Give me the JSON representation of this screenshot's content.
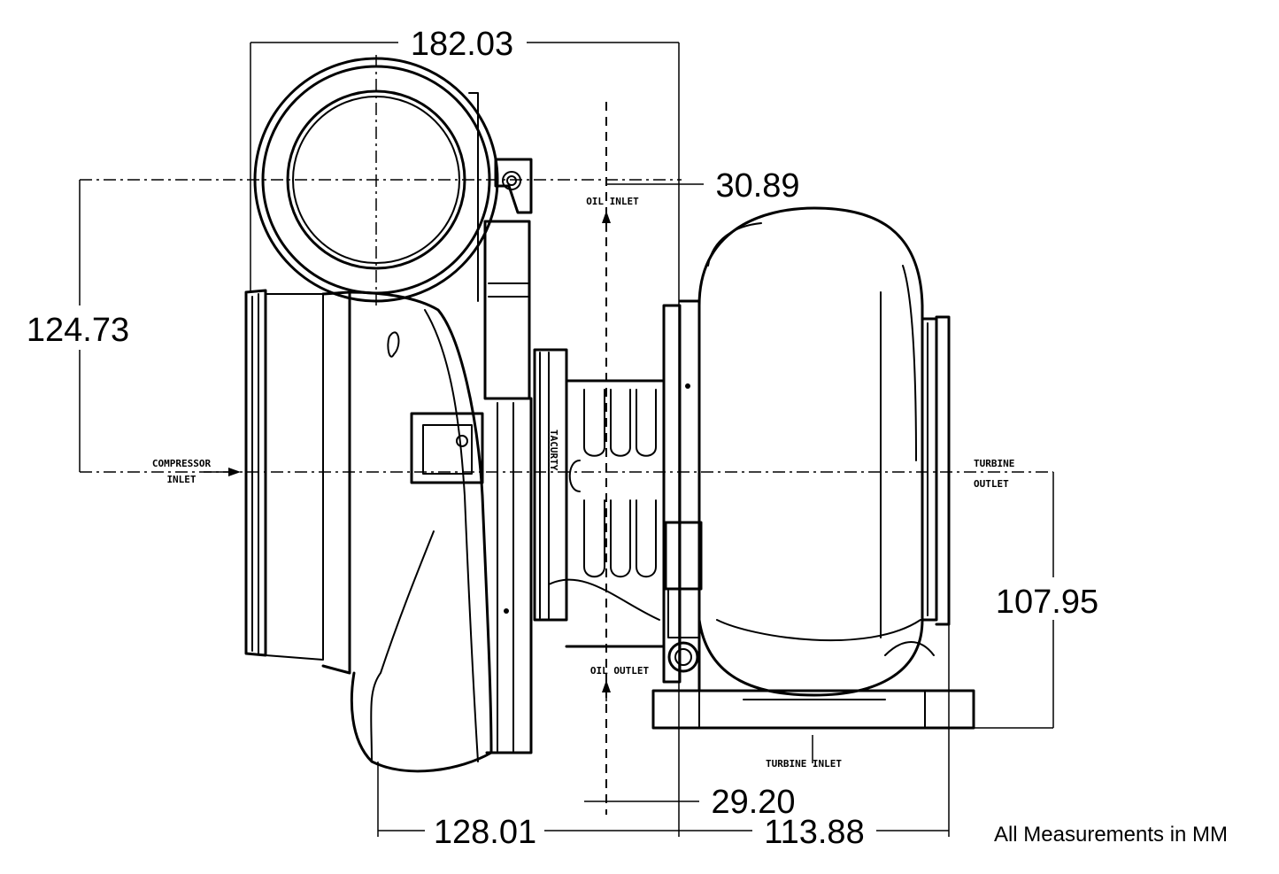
{
  "dimensions": {
    "overall_length": "182.03",
    "compressor_outlet_height": "124.73",
    "oil_inlet_offset": "30.89",
    "turbine_outlet_height": "107.95",
    "oil_outlet_offset": "29.20",
    "compressor_to_oil": "128.01",
    "turbine_flange_length": "113.88"
  },
  "labels": {
    "compressor_inlet": [
      "COMPRESSOR",
      "INLET"
    ],
    "oil_inlet": "OIL INLET",
    "oil_outlet": "OIL OUTLET",
    "turbine_outlet": [
      "TURBINE",
      "OUTLET"
    ],
    "turbine_inlet": "TURBINE INLET",
    "brand": "TACURTY"
  },
  "note": "All Measurements in MM",
  "colors": {
    "line": "#000000",
    "background": "#ffffff"
  }
}
